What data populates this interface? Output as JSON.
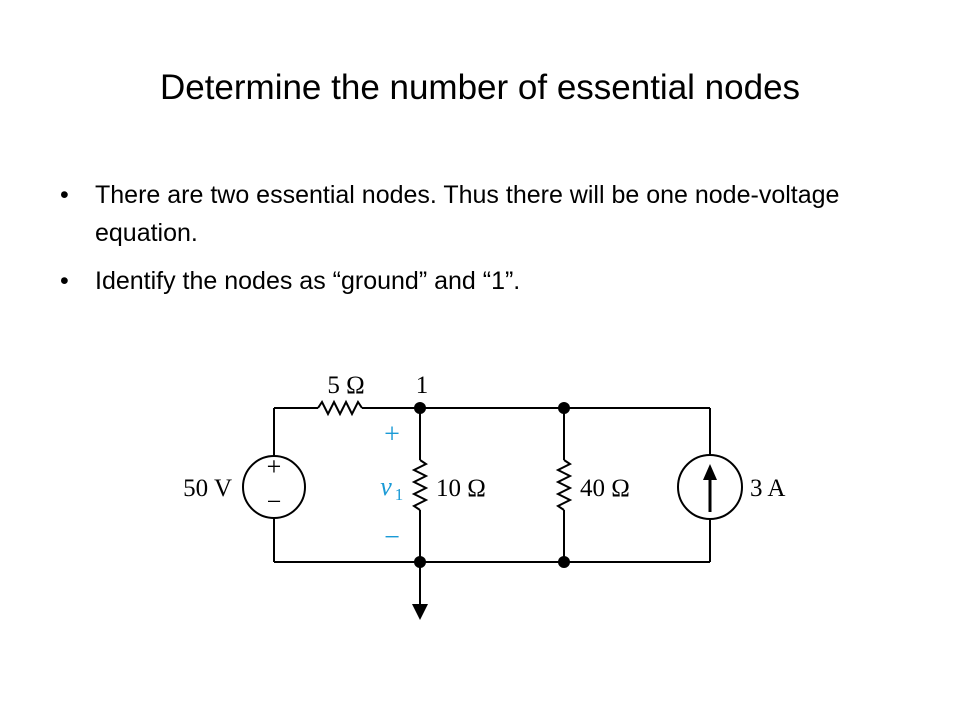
{
  "slide": {
    "title": "Determine the number of essential nodes",
    "bullets": [
      {
        "marker": "•",
        "text": "There are two essential nodes.  Thus there will be one node-voltage equation."
      },
      {
        "marker": "•",
        "text": "Identify the nodes as “ground” and “1”."
      }
    ]
  },
  "circuit": {
    "voltage_source": {
      "label": "50 V",
      "plus": "+",
      "minus": "−"
    },
    "resistor_series": {
      "label": "5 Ω"
    },
    "node_label": "1",
    "v1": {
      "symbol": "v",
      "subscript": "1",
      "plus": "+",
      "minus": "−"
    },
    "resistor_10": {
      "label": "10 Ω"
    },
    "resistor_40": {
      "label": "40 Ω"
    },
    "current_source": {
      "label": "3 A"
    },
    "colors": {
      "wire": "#000000",
      "v1_annotation": "#1a9ad6"
    }
  }
}
